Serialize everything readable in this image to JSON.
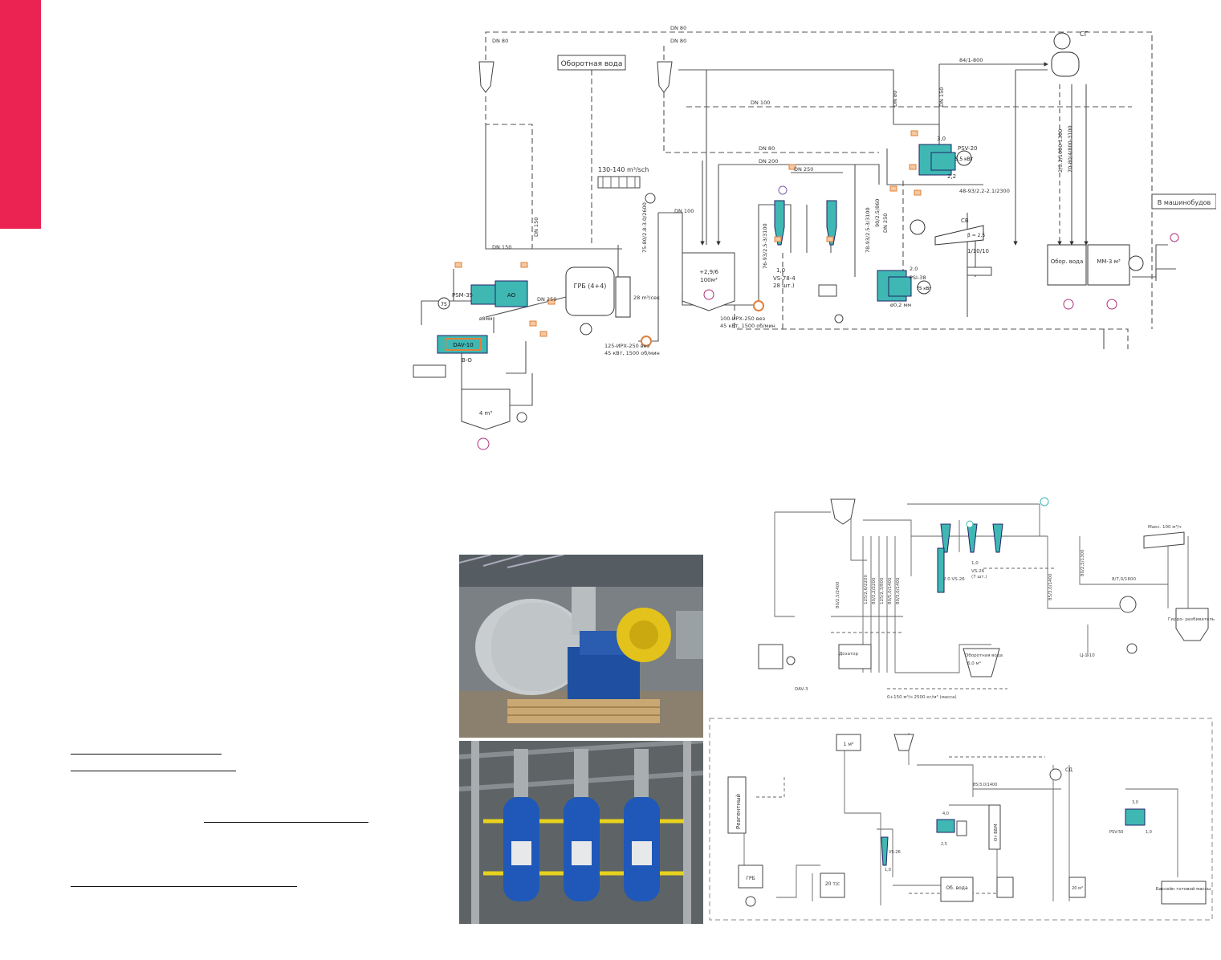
{
  "page": {
    "accent_color": "#ea2352",
    "process_teal": "#3fb8b4",
    "valve_orange": "#e0803a",
    "pump_magenta": "#b0307c"
  },
  "main_diagram": {
    "lines": {
      "dn80_top": "DN 80",
      "dn80_a": "DN 80",
      "dn80_b": "DN 80",
      "dn150_v": "DN 150",
      "dn150": "DN 150",
      "dn100": "DN 100",
      "dn250": "DN 250",
      "dn200": "DN 200",
      "dn80_m": "DN 80",
      "dn100_b": "DN 100",
      "dn250_b": "DN 250",
      "line_800": "84/1-800",
      "dn80_r": "DN 80",
      "dn150_r": "DN 150",
      "pipe_left": "75-80/2.8-3.0/2600",
      "pipe_mid": "76-93/2.5-3/3100",
      "pipe_c1": "78-93/2.5-3/3100",
      "pipe_c2": "90/2.5/860",
      "pipe_c3": "DN 250",
      "pipe_r1": "2/3.2/1000-1300",
      "pipe_r2": "70-80/4/800-3100",
      "pipe_fine": "48-93/2.2-2.1/2300"
    },
    "labels": {
      "return_water": "Оборотная вода",
      "flow_rate": "130-140 m³/sch",
      "to_machine": "В машинобудов",
      "pulper": "ГРБ (4+4)",
      "tank_left": "4 m³",
      "tank_mid_vol": "+2,9/6",
      "tank_mid_vol2": "100м³",
      "chest_left": "Обор. вода",
      "chest_right": "ММ-3 м³",
      "pump_main_1": "100-ИРХ-250 вез",
      "pump_main_2": "45 кВт, 1500 об/мин",
      "pump_left_1": "125-ИРХ-250 вез",
      "pump_left_2": "45 кВт, 1500 об/мин",
      "cleaner_1": "VS-78-4",
      "cleaner_2": "28 шт.)",
      "psm": "PSM-35",
      "psm_ad": "АО",
      "dav": "DAV-10",
      "cd_dim": "ø8мм",
      "bd": "В-О",
      "screen_1": "PSV-20",
      "screen_2": "2,2",
      "screen_3": "3,0",
      "screen_lo": "2.0",
      "screen_lo2": "ø0,2 мм",
      "screen_lo3": "PSI-38",
      "screen_lo4": "75 кВт",
      "sg": "СГ",
      "sb": "СВ",
      "sb_val": "1/10/10",
      "sb_out": "β = 2,5",
      "flow_28": "28 m³/сек",
      "motor_75": "75",
      "m_55": "5,5 кВт",
      "lc": "1,0"
    }
  },
  "right_top_diagram": {
    "labels": {
      "cleaner": "2.0 VS-26",
      "cleaner2": "1,0",
      "cleaner3": "VS-26",
      "cleaner4": "(7 шт.)",
      "water": "Оборотная вода",
      "water2": "6,0 м³",
      "rate": "Макс. 100 м³/ч",
      "label_r1": "Ц-1-10",
      "label_r2": "Гидро- разбиватель",
      "label_r3": "Дозатор",
      "dav3": "DAV-3",
      "vert1": "80/2,5/2400",
      "vert2": "125/2,6/2200",
      "vert3": "80/2,2/2200",
      "vert4": "125/2,3/800",
      "vert5": "80/5,0/1400",
      "vert6": "80/3,0/1400",
      "right1": "85/3,0/1400",
      "right2": "80/2,5/1300",
      "right3": "8/7,0/1600",
      "bottom": "0+150 м³/ч 2500 кг/м³ (масса)"
    }
  },
  "right_bottom_diagram": {
    "labels": {
      "reagent": "Реагентный",
      "pulper": "ГРБ",
      "chest": "1 м³",
      "tank1": "20 т/с",
      "tank2": "20 м³",
      "oborot": "Об. вода",
      "stock": "Бассейн готовой массы",
      "cleaner": "VS-26",
      "screen": "PSV-50",
      "cd": "СД",
      "loop": "От ББМ",
      "dim1": "85/3,0/1400",
      "dim2": "4,0",
      "dim3": "3,0",
      "small1": "1,0",
      "small2": "2,5",
      "small3": "1,0"
    }
  },
  "photos": {
    "top": "pulper-machine-photo",
    "bottom": "cleaners-photo"
  }
}
